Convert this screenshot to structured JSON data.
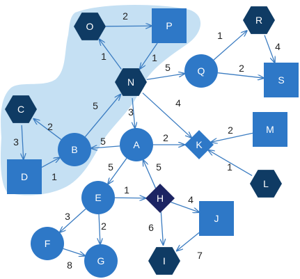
{
  "colors": {
    "highlight_region": "#c5e0f3",
    "edge": "#3b7cc1",
    "light_blue": "#2e78c7",
    "dark_blue": "#0f3b64",
    "navy": "#1c2463",
    "node_text": "#ffffff",
    "edge_label_text": "#222222"
  },
  "nodes": [
    {
      "id": "O",
      "label": "O",
      "shape": "hexagon",
      "color": "dark_blue"
    },
    {
      "id": "P",
      "label": "P",
      "shape": "square",
      "color": "light_blue"
    },
    {
      "id": "R",
      "label": "R",
      "shape": "hexagon",
      "color": "dark_blue"
    },
    {
      "id": "S",
      "label": "S",
      "shape": "square",
      "color": "light_blue"
    },
    {
      "id": "N",
      "label": "N",
      "shape": "hexagon",
      "color": "dark_blue"
    },
    {
      "id": "Q",
      "label": "Q",
      "shape": "circle",
      "color": "light_blue"
    },
    {
      "id": "C",
      "label": "C",
      "shape": "hexagon",
      "color": "dark_blue"
    },
    {
      "id": "D",
      "label": "D",
      "shape": "square",
      "color": "light_blue"
    },
    {
      "id": "B",
      "label": "B",
      "shape": "circle",
      "color": "light_blue"
    },
    {
      "id": "A",
      "label": "A",
      "shape": "circle",
      "color": "light_blue"
    },
    {
      "id": "K",
      "label": "K",
      "shape": "diamond",
      "color": "light_blue"
    },
    {
      "id": "M",
      "label": "M",
      "shape": "square",
      "color": "light_blue"
    },
    {
      "id": "L",
      "label": "L",
      "shape": "hexagon",
      "color": "dark_blue"
    },
    {
      "id": "E",
      "label": "E",
      "shape": "circle",
      "color": "light_blue"
    },
    {
      "id": "H",
      "label": "H",
      "shape": "diamond",
      "color": "navy"
    },
    {
      "id": "J",
      "label": "J",
      "shape": "square",
      "color": "light_blue"
    },
    {
      "id": "F",
      "label": "F",
      "shape": "circle",
      "color": "light_blue"
    },
    {
      "id": "G",
      "label": "G",
      "shape": "circle",
      "color": "light_blue"
    },
    {
      "id": "I",
      "label": "I",
      "shape": "hexagon",
      "color": "dark_blue"
    }
  ],
  "edges": [
    {
      "from": "O",
      "to": "P",
      "weight": "2"
    },
    {
      "from": "N",
      "to": "O",
      "weight": "1"
    },
    {
      "from": "P",
      "to": "N",
      "weight": "1"
    },
    {
      "from": "Q",
      "to": "R",
      "weight": "1"
    },
    {
      "from": "R",
      "to": "S",
      "weight": "4"
    },
    {
      "from": "Q",
      "to": "S",
      "weight": "2"
    },
    {
      "from": "N",
      "to": "Q",
      "weight": "5"
    },
    {
      "from": "N",
      "to": "A",
      "weight": "3"
    },
    {
      "from": "N",
      "to": "K",
      "weight": "4"
    },
    {
      "from": "B",
      "to": "N",
      "weight": "5"
    },
    {
      "from": "B",
      "to": "C",
      "weight": "2"
    },
    {
      "from": "C",
      "to": "D",
      "weight": "3"
    },
    {
      "from": "D",
      "to": "B",
      "weight": "1"
    },
    {
      "from": "A",
      "to": "B",
      "weight": "5"
    },
    {
      "from": "A",
      "to": "K",
      "weight": "2"
    },
    {
      "from": "M",
      "to": "K",
      "weight": "2"
    },
    {
      "from": "L",
      "to": "K",
      "weight": "1"
    },
    {
      "from": "A",
      "to": "E",
      "weight": "5"
    },
    {
      "from": "H",
      "to": "A",
      "weight": "5"
    },
    {
      "from": "E",
      "to": "H",
      "weight": "1"
    },
    {
      "from": "H",
      "to": "J",
      "weight": "4"
    },
    {
      "from": "H",
      "to": "I",
      "weight": "6"
    },
    {
      "from": "J",
      "to": "I",
      "weight": "7"
    },
    {
      "from": "E",
      "to": "F",
      "weight": "3"
    },
    {
      "from": "E",
      "to": "G",
      "weight": "2"
    },
    {
      "from": "F",
      "to": "G",
      "weight": "8"
    }
  ]
}
